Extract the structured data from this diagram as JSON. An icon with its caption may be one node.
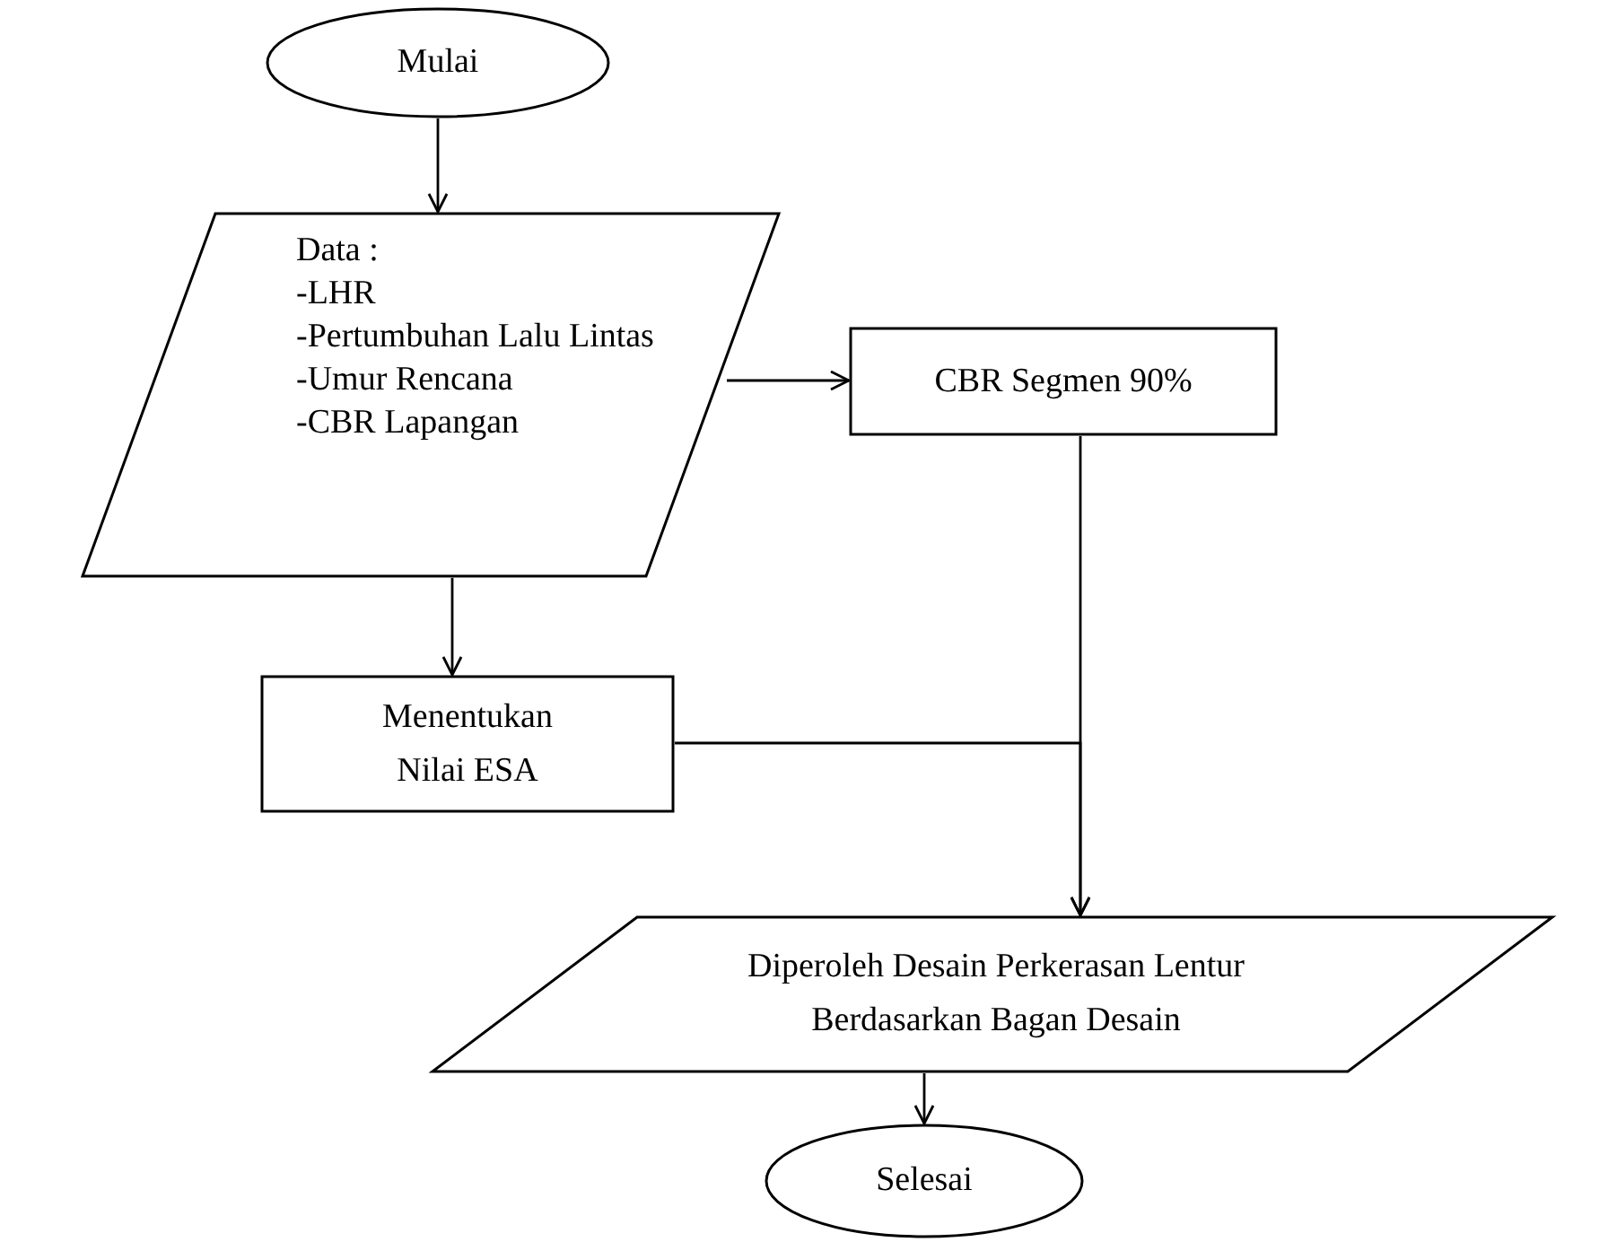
{
  "diagram": {
    "nodes": [
      {
        "text": [
          "Mulai"
        ]
      },
      {
        "text": [
          "Data :",
          "-LHR",
          "-Pertumbuhan Lalu Lintas",
          "-Umur Rencana",
          "-CBR Lapangan"
        ]
      },
      {
        "text": [
          "CBR Segmen 90%"
        ]
      },
      {
        "text": [
          "Menentukan Nilai ESA"
        ]
      },
      {
        "text": [
          "Diperoleh Desain Perkerasan Lentur Berdasarkan Bagan Desain"
        ]
      },
      {
        "text": [
          "Selesai"
        ]
      }
    ],
    "edges": [
      {
        "from": 0,
        "to": 1,
        "arrow": "to"
      },
      {
        "from": 1,
        "to": 2,
        "arrow": "to"
      },
      {
        "from": 1,
        "to": 3,
        "arrow": "to"
      },
      {
        "from": 2,
        "to": 4,
        "arrow": "to"
      },
      {
        "from": 3,
        "to": 4,
        "arrow": "to"
      },
      {
        "from": 4,
        "to": 5,
        "arrow": "to"
      }
    ]
  }
}
